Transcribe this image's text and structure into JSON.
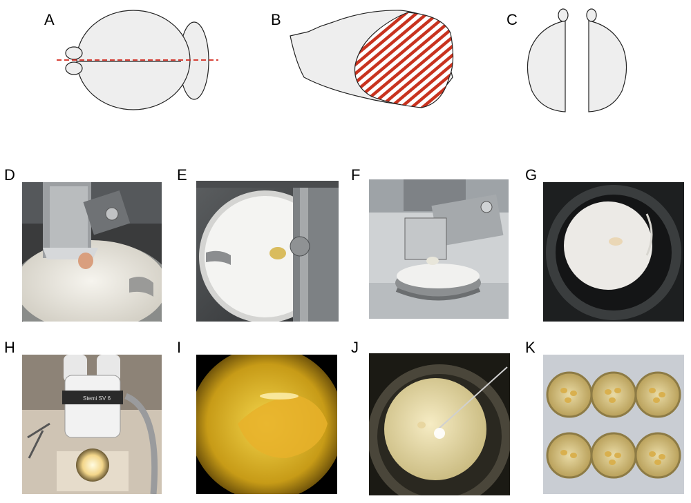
{
  "figure": {
    "panel_labels": {
      "a": "A",
      "b": "B",
      "c": "C",
      "d": "D",
      "e": "E",
      "f": "F",
      "g": "G",
      "h": "H",
      "i": "I",
      "j": "J",
      "k": "K"
    },
    "microscope_brand": "Stemi SV 6",
    "colors": {
      "brain_fill": "#eeeeee",
      "outline": "#222222",
      "cut_line": "#d2271c",
      "hatch": "#c8331f"
    }
  }
}
